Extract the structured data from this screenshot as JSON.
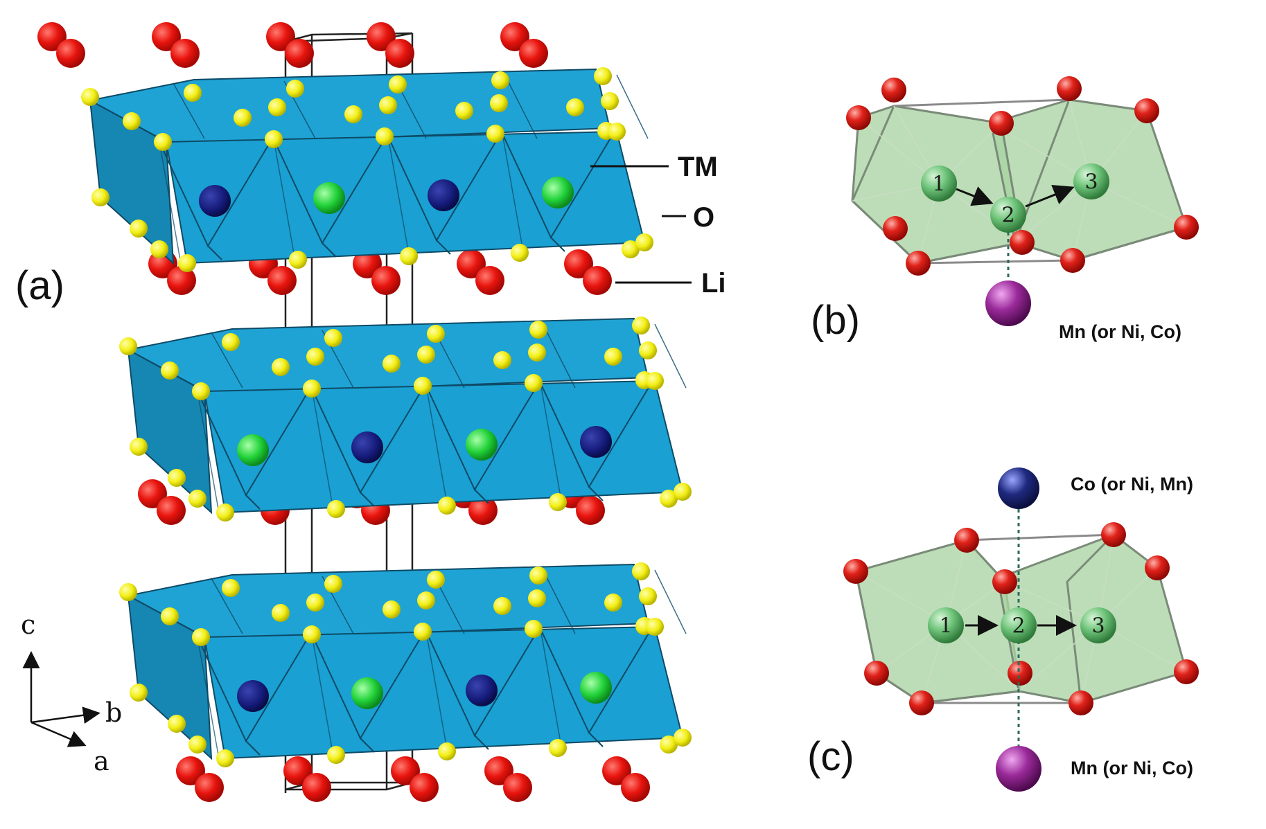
{
  "panels": {
    "a": {
      "label": "(a)"
    },
    "b": {
      "label": "(b)"
    },
    "c": {
      "label": "(c)"
    }
  },
  "species": {
    "tm": "TM",
    "o": "O",
    "li": "Li"
  },
  "axes": {
    "c": "c",
    "b": "b",
    "a": "a"
  },
  "panel_b": {
    "site_1": "1",
    "site_2": "2",
    "site_3": "3",
    "below_atom": "Mn (or Ni, Co)"
  },
  "panel_c": {
    "site_1": "1",
    "site_2": "2",
    "site_3": "3",
    "above_atom": "Co (or Ni, Mn)",
    "below_atom": "Mn (or Ni, Co)"
  },
  "colors": {
    "octahedron": "#1fa3d4",
    "octahedron_dark": "#1687b3",
    "oxygen_yellow": "#f2ee16",
    "lithium_red": "#e8140e",
    "tm_green": "#22d23a",
    "tm_navy": "#141a78",
    "green_octahedron": "#a9d4a3",
    "site_green": "#6fc47a",
    "mn_magenta": "#9a2a9a",
    "co_blue": "#1f2a80"
  }
}
